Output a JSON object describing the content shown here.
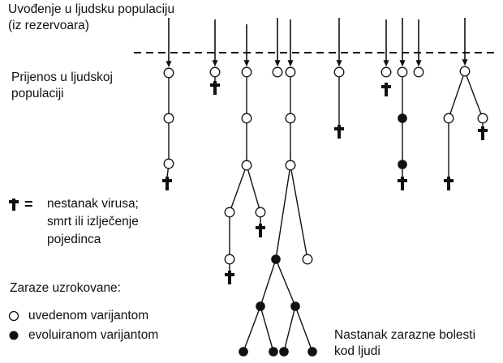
{
  "labels": {
    "introduction_line1": "Uvođenje u ljudsku populaciju",
    "introduction_line2": "(iz rezervoara)",
    "transmission_line1": "Prijenos u ljudskoj",
    "transmission_line2": "populaciji",
    "legend_cross_eq": "=",
    "legend_cross_line1": "nestanak virusa;",
    "legend_cross_line2": "smrt ili izlječenje",
    "legend_cross_line3": "pojedinca",
    "legend_infections_title": "Zaraze uzrokovane:",
    "legend_open": "uvedenom varijantom",
    "legend_filled": "evoluiranom varijantom",
    "emergence_line1": "Nastanak zarazne bolesti",
    "emergence_line2": "kod ljudi"
  },
  "diagram": {
    "nodes": [
      {
        "id": "a1",
        "type": "open"
      },
      {
        "id": "a2",
        "type": "open"
      },
      {
        "id": "a3",
        "type": "open"
      },
      {
        "id": "a4",
        "type": "cross"
      },
      {
        "id": "b1",
        "type": "open"
      },
      {
        "id": "b2",
        "type": "cross"
      },
      {
        "id": "c1",
        "type": "open"
      },
      {
        "id": "c2",
        "type": "open"
      },
      {
        "id": "c3",
        "type": "open"
      },
      {
        "id": "c4",
        "type": "open"
      },
      {
        "id": "c5",
        "type": "open"
      },
      {
        "id": "c6",
        "type": "cross"
      },
      {
        "id": "c7",
        "type": "open"
      },
      {
        "id": "c8",
        "type": "cross"
      },
      {
        "id": "d1",
        "type": "open"
      },
      {
        "id": "e1",
        "type": "open"
      },
      {
        "id": "e2",
        "type": "open"
      },
      {
        "id": "e3",
        "type": "open"
      },
      {
        "id": "e4",
        "type": "filled"
      },
      {
        "id": "e5",
        "type": "open"
      },
      {
        "id": "e6",
        "type": "filled"
      },
      {
        "id": "e7",
        "type": "filled"
      },
      {
        "id": "e8",
        "type": "filled"
      },
      {
        "id": "e9",
        "type": "filled"
      },
      {
        "id": "e10",
        "type": "filled"
      },
      {
        "id": "e11",
        "type": "filled"
      },
      {
        "id": "f1",
        "type": "open"
      },
      {
        "id": "f2",
        "type": "cross"
      },
      {
        "id": "g1",
        "type": "open"
      },
      {
        "id": "g2",
        "type": "cross"
      },
      {
        "id": "h1",
        "type": "open"
      },
      {
        "id": "h2",
        "type": "filled"
      },
      {
        "id": "h3",
        "type": "filled"
      },
      {
        "id": "h4",
        "type": "cross"
      },
      {
        "id": "i1",
        "type": "open"
      },
      {
        "id": "j1",
        "type": "open"
      },
      {
        "id": "j2",
        "type": "open"
      },
      {
        "id": "j3",
        "type": "open"
      },
      {
        "id": "j4",
        "type": "cross"
      },
      {
        "id": "j5",
        "type": "cross"
      }
    ],
    "edges": [
      [
        "a1",
        "a2"
      ],
      [
        "a2",
        "a3"
      ],
      [
        "a3",
        "a4"
      ],
      [
        "b1",
        "b2"
      ],
      [
        "c1",
        "c2"
      ],
      [
        "c2",
        "c3"
      ],
      [
        "c3",
        "c4"
      ],
      [
        "c3",
        "c5"
      ],
      [
        "c4",
        "c7"
      ],
      [
        "c7",
        "c8"
      ],
      [
        "c5",
        "c6"
      ],
      [
        "e1",
        "e2"
      ],
      [
        "e2",
        "e3"
      ],
      [
        "e3",
        "e4"
      ],
      [
        "e3",
        "e5"
      ],
      [
        "e4",
        "e6"
      ],
      [
        "e4",
        "e7"
      ],
      [
        "e6",
        "e8"
      ],
      [
        "e6",
        "e9"
      ],
      [
        "e7",
        "e10"
      ],
      [
        "e7",
        "e11"
      ],
      [
        "f1",
        "f2"
      ],
      [
        "h1",
        "h2"
      ],
      [
        "h2",
        "h3"
      ],
      [
        "h3",
        "h4"
      ],
      [
        "j1",
        "j2"
      ],
      [
        "j1",
        "j3"
      ],
      [
        "j2",
        "j4"
      ],
      [
        "j3",
        "j5"
      ]
    ]
  }
}
